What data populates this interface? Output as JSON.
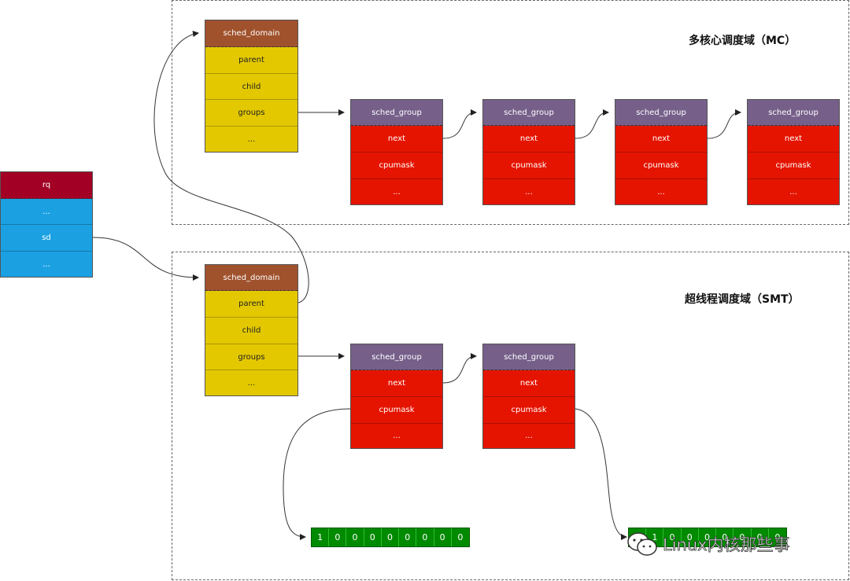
{
  "regions": {
    "mc": {
      "title": "多核心调度域（MC）"
    },
    "smt": {
      "title": "超线程调度域（SMT）"
    }
  },
  "rq": {
    "header": "rq",
    "fields": [
      "...",
      "sd",
      "..."
    ]
  },
  "sched_domain": {
    "header": "sched_domain",
    "fields": [
      "parent",
      "child",
      "groups",
      "..."
    ]
  },
  "sched_group": {
    "header": "sched_group",
    "fields": [
      "next",
      "cpumask",
      "..."
    ]
  },
  "bitmask_left": [
    "1",
    "0",
    "0",
    "0",
    "0",
    "0",
    "0",
    "0",
    "0"
  ],
  "bitmask_right": [
    "0",
    "1",
    "0",
    "0",
    "0",
    "0",
    "0",
    "0",
    "0"
  ],
  "watermark": {
    "text": "Linux内核那些事",
    "icon": "wechat-icon"
  },
  "colors": {
    "rq_body": "#1ba1e2",
    "rq_header": "#a20025",
    "domain_body": "#e3c800",
    "domain_header": "#a0522d",
    "group_body": "#e51400",
    "group_header": "#76608a",
    "bitmask": "#008a00"
  }
}
